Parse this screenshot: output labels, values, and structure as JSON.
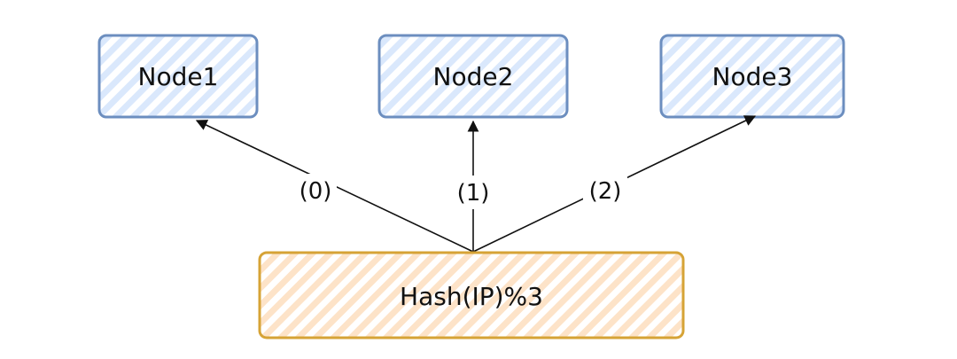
{
  "diagram": {
    "nodes": [
      {
        "id": "node1",
        "label": "Node1"
      },
      {
        "id": "node2",
        "label": "Node2"
      },
      {
        "id": "node3",
        "label": "Node3"
      }
    ],
    "hash_box": {
      "label": "Hash(IP)%3"
    },
    "edges": [
      {
        "from": "hash",
        "to": "node1",
        "label": "(0)"
      },
      {
        "from": "hash",
        "to": "node2",
        "label": "(1)"
      },
      {
        "from": "hash",
        "to": "node3",
        "label": "(2)"
      }
    ],
    "colors": {
      "node_stroke": "#6c8ebf",
      "node_fill": "#dae8fc",
      "hash_stroke": "#d6a336",
      "hash_fill": "#fde3c8",
      "edge": "#111111"
    }
  }
}
